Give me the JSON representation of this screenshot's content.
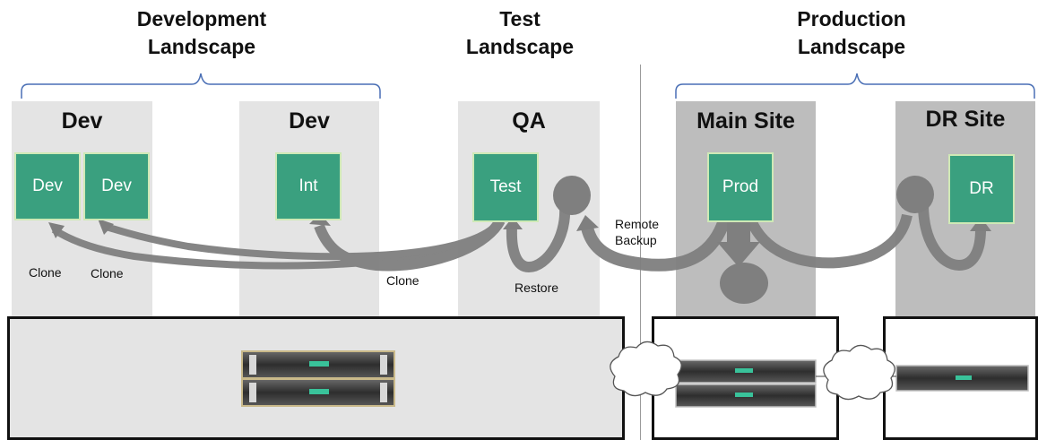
{
  "landscapes": {
    "development": "Development\nLandscape",
    "test": "Test\nLandscape",
    "production": "Production\nLandscape"
  },
  "panels": {
    "dev1": "Dev",
    "dev2": "Dev",
    "qa": "QA",
    "main_site": "Main Site",
    "dr_site": "DR Site"
  },
  "boxes": {
    "dev_a": "Dev",
    "dev_b": "Dev",
    "int": "Int",
    "test": "Test",
    "prod": "Prod",
    "dr": "DR"
  },
  "labels": {
    "clone_1": "Clone",
    "clone_2": "Clone",
    "clone_3": "Clone",
    "restore": "Restore",
    "remote_backup": "Remote\nBackup"
  },
  "colors": {
    "box_fill": "#3aa07f",
    "arrow_grey": "#7f7f7f",
    "panel_light": "#e4e4e4",
    "panel_dark": "#bdbdbd",
    "brace_blue": "#4a6fb5"
  }
}
